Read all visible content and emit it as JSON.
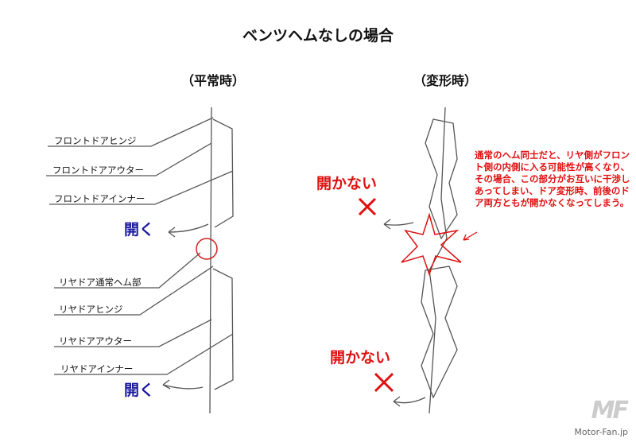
{
  "title": "ベンツヘムなしの場合",
  "normal": {
    "heading": "（平常時）",
    "labels": [
      "フロントドアヒンジ",
      "フロントドアアウター",
      "フロントドアインナー",
      "リヤドア通常ヘム部",
      "リヤドアヒンジ",
      "リヤドアアウター",
      "リヤドアインナー"
    ],
    "open_front": "開く",
    "open_rear": "開く"
  },
  "deformed": {
    "heading": "（変形時）",
    "not_open_front": "開かない",
    "not_open_rear": "開かない",
    "note": "通常のヘム同士だと、リヤ側がフロント側の内側に入る可能性が高くなり、その場合、この部分がお互いに干渉しあってしまい、ドア変形時、前後のドア両方ともが開かなくなってしまう。"
  },
  "logo": {
    "mark": "MF",
    "text": "Motor-Fan.jp"
  },
  "colors": {
    "red": "#e01010",
    "blue": "#1a1aa0"
  }
}
